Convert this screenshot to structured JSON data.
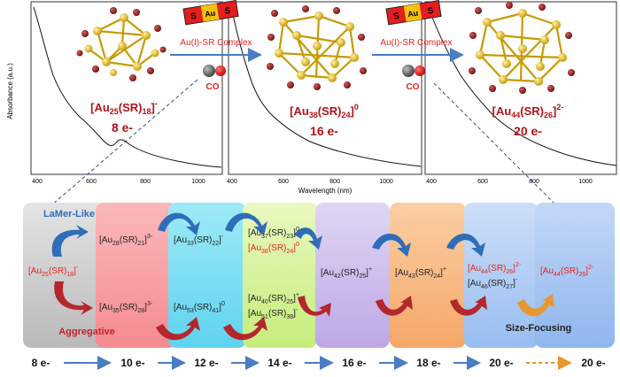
{
  "spectra": {
    "ylabel": "Absorbance (a.u.)",
    "xlabel": "Wavelength (nm)",
    "panel1_ticks": [
      "400",
      "600",
      "800",
      "1000"
    ],
    "panel2_ticks": [
      "400",
      "600",
      "800",
      "1000"
    ],
    "panel3_ticks": [
      "400",
      "600",
      "800",
      "1000"
    ]
  },
  "transforms": {
    "complex_label": "Au(I)-SR Complex",
    "co_label": "CO",
    "ligand_symbols": [
      "S",
      "Au",
      "S"
    ]
  },
  "clusters": [
    {
      "base": "[Au",
      "sub1": "25",
      "mid": "(SR)",
      "sub2": "18",
      "tail": "]",
      "sup": "-",
      "electrons": "8 e-"
    },
    {
      "base": "[Au",
      "sub1": "38",
      "mid": "(SR)",
      "sub2": "24",
      "tail": "]",
      "sup": "0",
      "electrons": "16 e-"
    },
    {
      "base": "[Au",
      "sub1": "44",
      "mid": "(SR)",
      "sub2": "26",
      "tail": "]",
      "sup": "2-",
      "electrons": "20 e-"
    }
  ],
  "pathway": {
    "lamer_label": "LaMer-Like",
    "aggregative_label": "Aggregative",
    "size_focusing_label": "Size-Focusing",
    "electron_counts": [
      "8 e-",
      "10 e-",
      "12 e-",
      "14 e-",
      "16 e-",
      "18 e-",
      "20 e-",
      "20 e-"
    ],
    "colors": {
      "highlight": "#e8231f",
      "text": "#222222",
      "blue_arrow": "#2e6db8",
      "red_arrow": "#b3272d",
      "orange_arrow": "#e8962e"
    }
  }
}
